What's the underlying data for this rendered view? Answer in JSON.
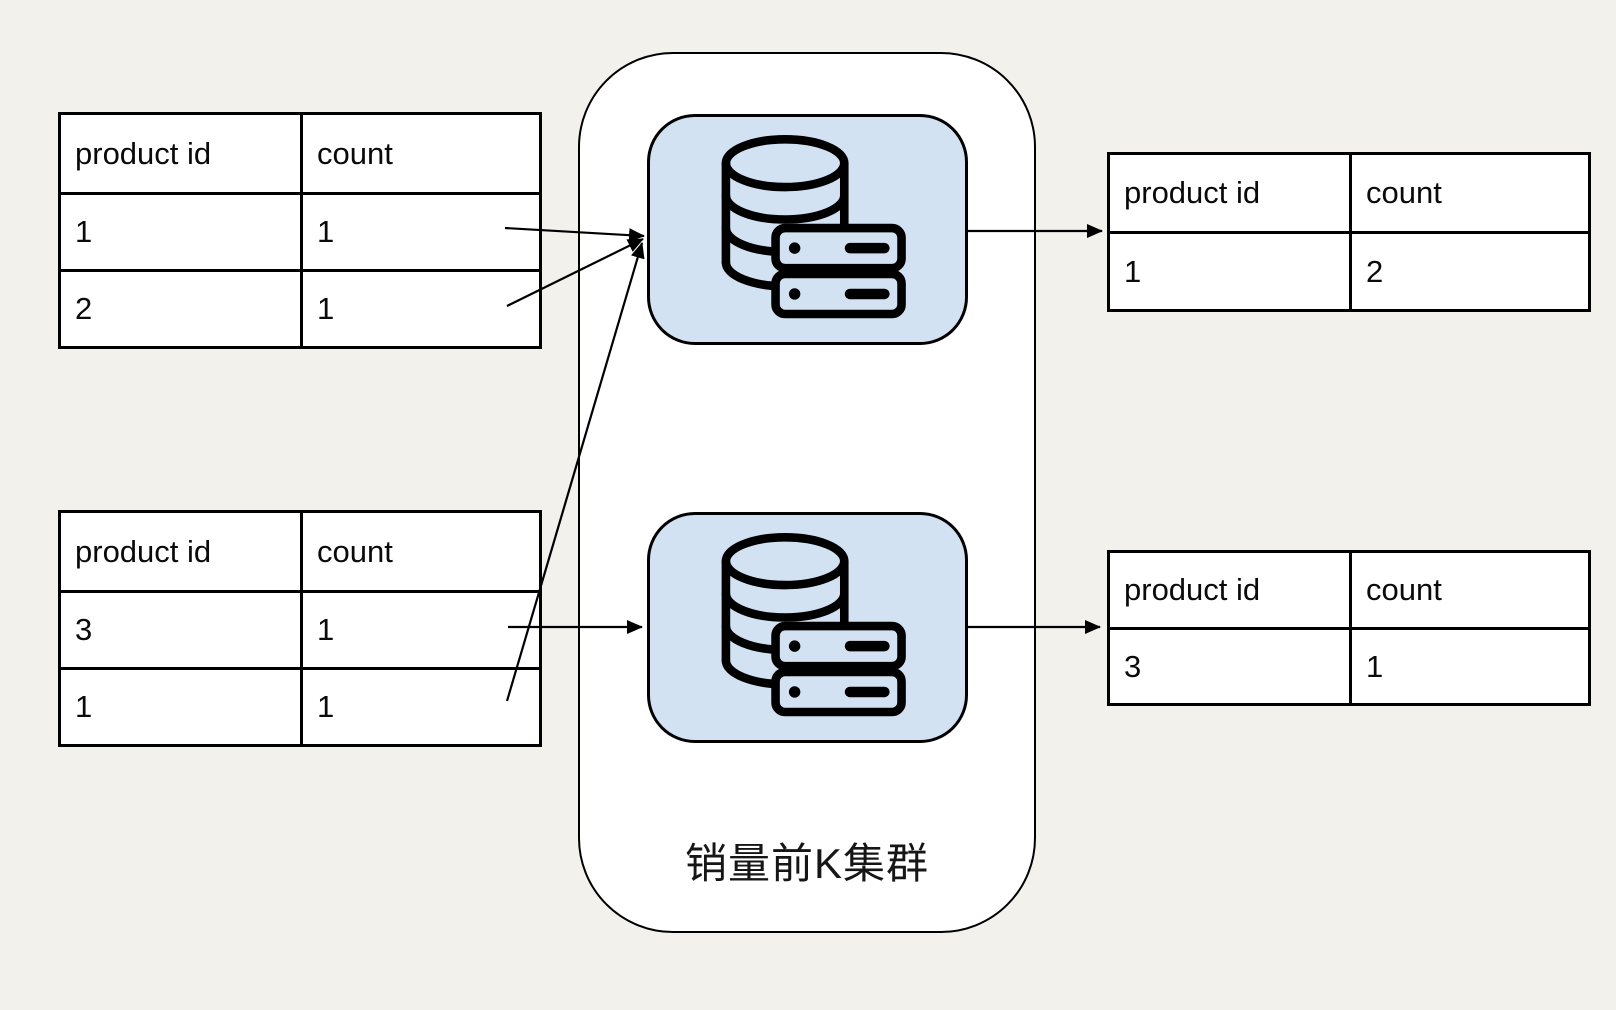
{
  "colors": {
    "background": "#f2f1ec",
    "node_fill": "#d3e2f2",
    "container_fill": "#ffffff",
    "line": "#000000"
  },
  "cluster": {
    "label": "销量前K集群"
  },
  "icons": {
    "node_icon": "database-server-icon"
  },
  "tables": {
    "input_top": {
      "headers": [
        "product id",
        "count"
      ],
      "rows": [
        [
          "1",
          "1"
        ],
        [
          "2",
          "1"
        ]
      ]
    },
    "input_bottom": {
      "headers": [
        "product id",
        "count"
      ],
      "rows": [
        [
          "3",
          "1"
        ],
        [
          "1",
          "1"
        ]
      ]
    },
    "output_top": {
      "headers": [
        "product id",
        "count"
      ],
      "rows": [
        [
          "1",
          "2"
        ]
      ]
    },
    "output_bottom": {
      "headers": [
        "product id",
        "count"
      ],
      "rows": [
        [
          "3",
          "1"
        ]
      ]
    }
  }
}
